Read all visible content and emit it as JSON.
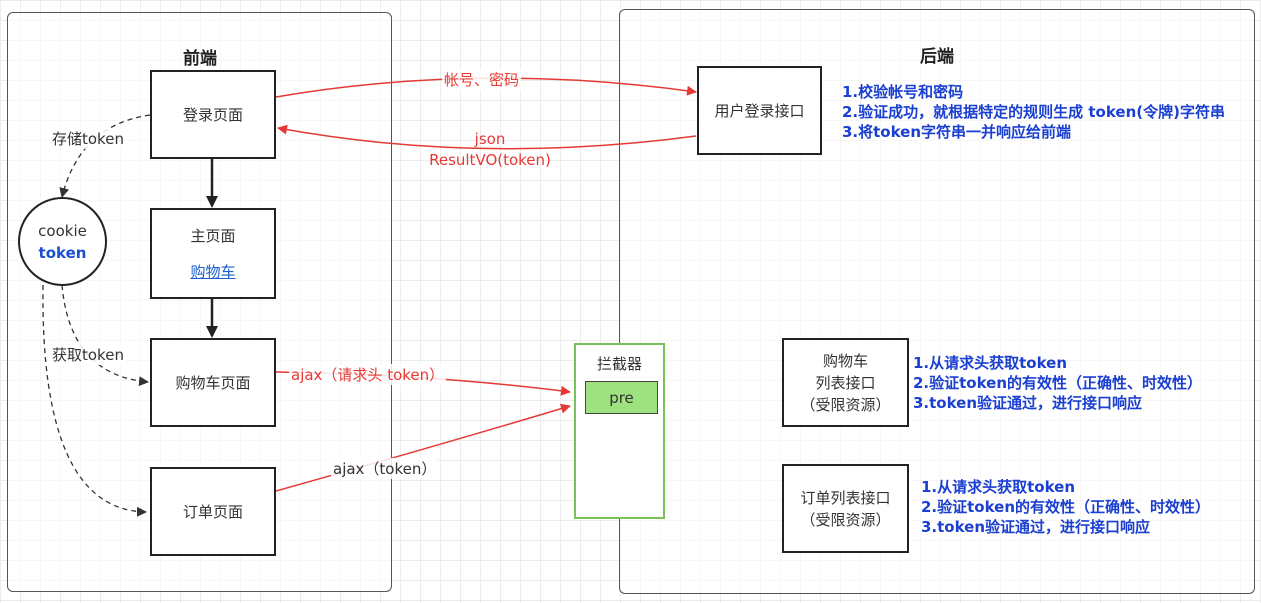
{
  "frontend": {
    "title": "前端",
    "login_page": "登录页面",
    "home_page": "主页面",
    "cart_link": "购物车",
    "cart_page": "购物车页面",
    "order_page": "订单页面",
    "cookie": {
      "line1": "cookie",
      "line2": "token"
    },
    "store_token": "存储token",
    "get_token": "获取token"
  },
  "backend": {
    "title": "后端",
    "login_api": "用户登录接口",
    "login_steps": [
      "1.校验帐号和密码",
      "2.验证成功，就根据特定的规则生成 token(令牌)字符串",
      "3.将token字符串一并响应给前端"
    ],
    "cart_api": [
      "购物车",
      "列表接口",
      "（受限资源）"
    ],
    "cart_steps": [
      "1.从请求头获取token",
      "2.验证token的有效性（正确性、时效性）",
      "3.token验证通过，进行接口响应"
    ],
    "order_api": [
      "订单列表接口",
      "（受限资源）"
    ],
    "order_steps": [
      "1.从请求头获取token",
      "2.验证token的有效性（正确性、时效性）",
      "3.token验证通过，进行接口响应"
    ]
  },
  "interceptor": {
    "title": "拦截器",
    "pre": "pre"
  },
  "arrows": {
    "credentials": "帐号、密码",
    "response_json": "json",
    "response_obj": "ResultVO(token)",
    "ajax_header": "ajax（请求头 token）",
    "ajax_token": "ajax（token）"
  },
  "colors": {
    "arrow_red": "#e53935",
    "note_blue": "#1a3fd1",
    "interceptor_border": "#79c25a",
    "pre_fill": "#9ee27f"
  }
}
